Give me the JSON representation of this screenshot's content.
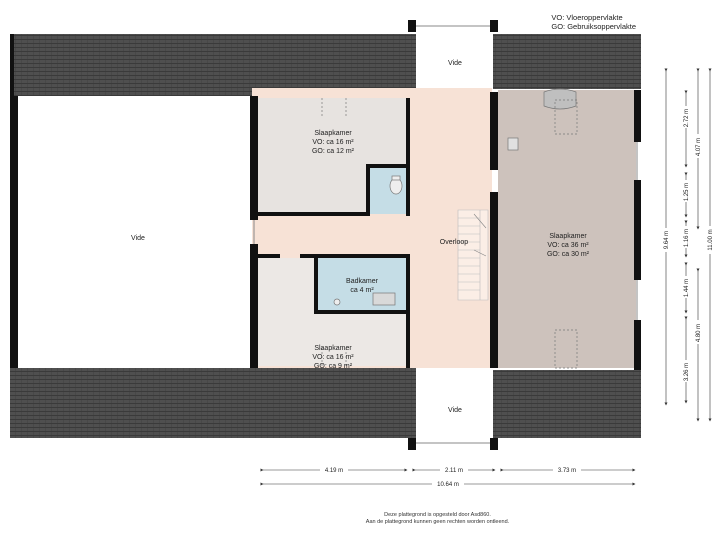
{
  "legend": {
    "vo": "VO: Vloeroppervlakte",
    "go": "GO: Gebruiksoppervlakte"
  },
  "rooms": {
    "vide_left": "Vide",
    "vide_top": "Vide",
    "vide_bottom": "Vide",
    "bedroom1": {
      "name": "Slaapkamer",
      "vo": "VO: ca 16 m²",
      "go": "GO: ca 12 m²"
    },
    "bathroom": {
      "name": "Badkamer",
      "area": "ca 4 m²"
    },
    "bedroom2": {
      "name": "Slaapkamer",
      "vo": "VO: ca 16 m²",
      "go": "GO: ca 9 m²"
    },
    "landing": "Overloop",
    "bedroom3": {
      "name": "Slaapkamer",
      "vo": "VO: ca 36 m²",
      "go": "GO: ca 30 m²"
    }
  },
  "dimensions": {
    "horizontal": [
      "4.19 m",
      "2.11 m",
      "3.73 m"
    ],
    "total_horizontal": "10.64 m",
    "vertical_inner": [
      "2.72 m",
      "1.25 m",
      "1.16 m",
      "1.44 m",
      "3.26 m"
    ],
    "vertical_mid": [
      "4.07 m",
      "4.80 m"
    ],
    "vertical_9": "9.64 m",
    "vertical_11": "11.00 m"
  },
  "footer": {
    "line1": "Deze plattegrond is opgesteld door Asd860.",
    "line2": "Aan de plattegrond kunnen geen rechten worden ontleend."
  },
  "colors": {
    "roof": "#4a4a4a",
    "wall": "#111111",
    "bedroom": "#e7e3e0",
    "landing": "#f7e2d6",
    "bedroom_large": "#cdc2bc",
    "bathroom": "#c5dde6",
    "dim_line": "#333333"
  }
}
